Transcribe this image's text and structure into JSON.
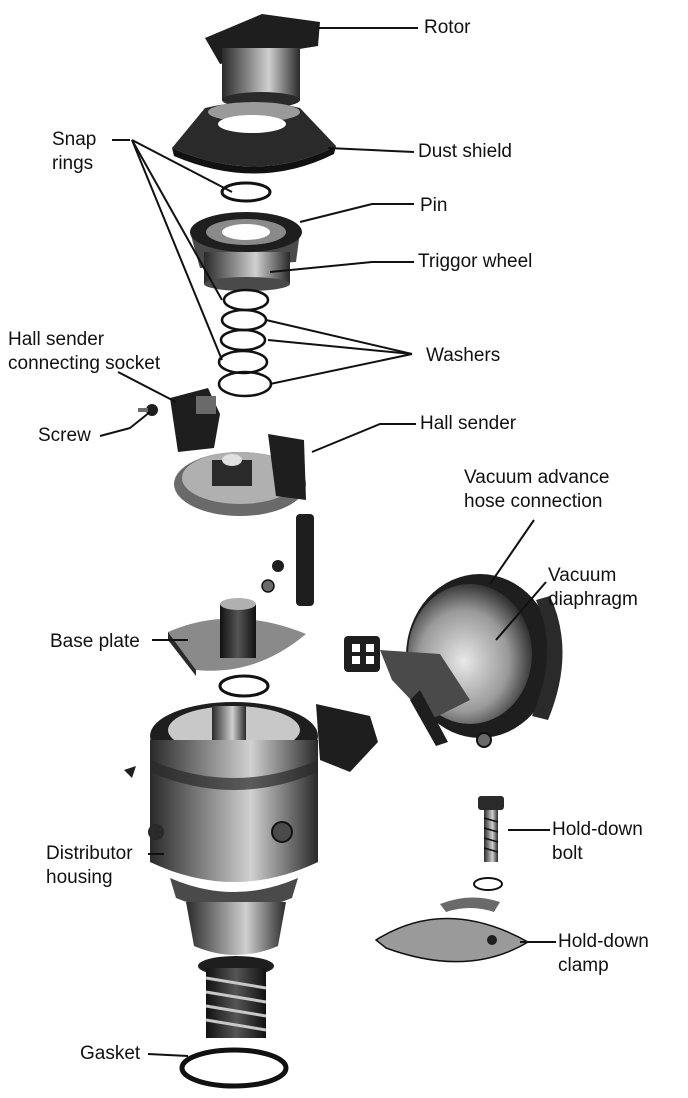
{
  "labels": {
    "rotor": "Rotor",
    "dust_shield": "Dust shield",
    "snap_rings": [
      "Snap",
      "rings"
    ],
    "pin": "Pin",
    "trigger_wheel": "Triggor wheel",
    "hall_sender_socket": [
      "Hall sender",
      "connecting socket"
    ],
    "washers": "Washers",
    "screw": "Screw",
    "hall_sender": "Hall sender",
    "vacuum_hose": [
      "Vacuum advance",
      "hose connection"
    ],
    "vacuum_diaphragm": [
      "Vacuum",
      "diaphragm"
    ],
    "base_plate": "Base plate",
    "hold_down_bolt": [
      "Hold-down",
      "bolt"
    ],
    "distributor_housing": [
      "Distributor",
      "housing"
    ],
    "hold_down_clamp": [
      "Hold-down",
      "clamp"
    ],
    "gasket": "Gasket"
  },
  "colors": {
    "ink": "#111111",
    "dark": "#1e1e1e",
    "mid": "#6a6a6a",
    "light": "#b8b8b8",
    "paper": "#ffffff"
  }
}
